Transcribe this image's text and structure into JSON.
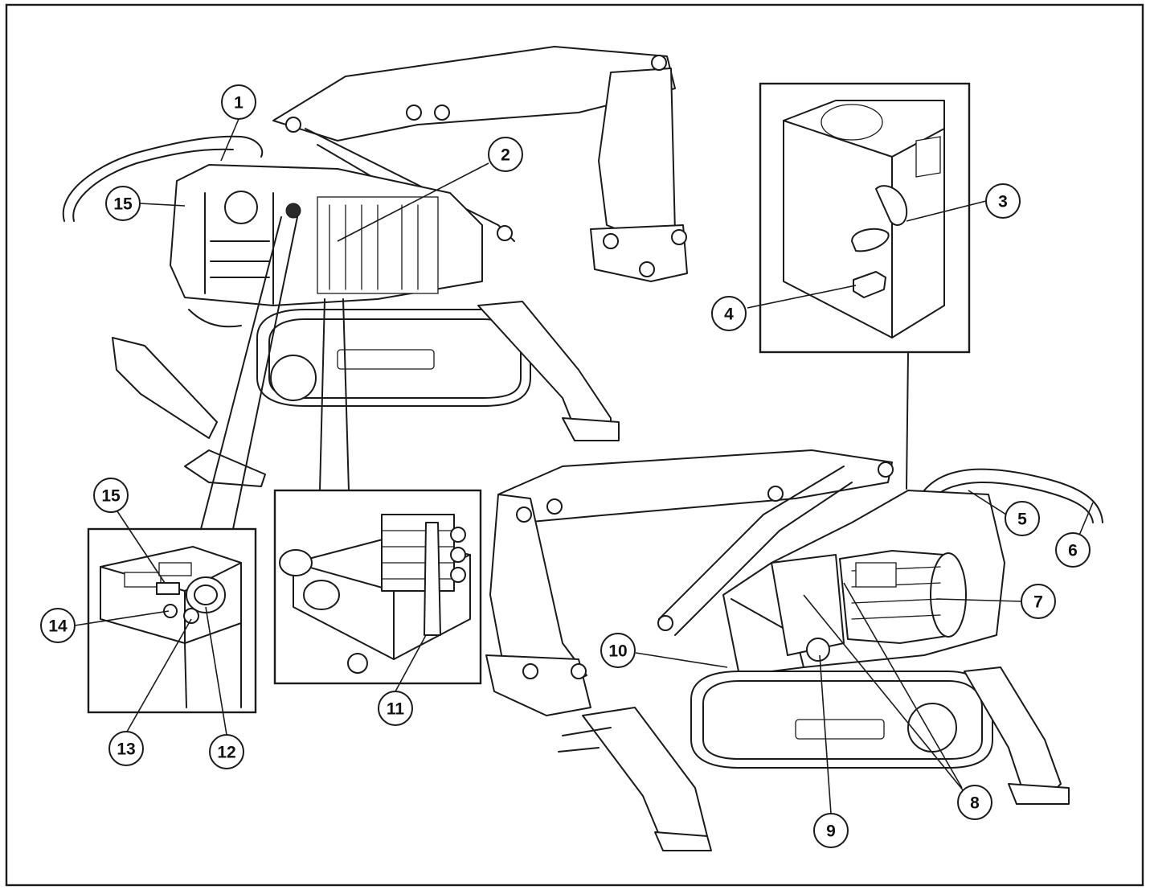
{
  "callouts": [
    {
      "id": "1",
      "label": "1"
    },
    {
      "id": "2",
      "label": "2"
    },
    {
      "id": "3",
      "label": "3"
    },
    {
      "id": "4",
      "label": "4"
    },
    {
      "id": "5",
      "label": "5"
    },
    {
      "id": "6",
      "label": "6"
    },
    {
      "id": "7",
      "label": "7"
    },
    {
      "id": "8",
      "label": "8"
    },
    {
      "id": "9",
      "label": "9"
    },
    {
      "id": "10",
      "label": "10"
    },
    {
      "id": "11",
      "label": "11"
    },
    {
      "id": "12",
      "label": "12"
    },
    {
      "id": "13",
      "label": "13"
    },
    {
      "id": "14",
      "label": "14"
    },
    {
      "id": "15a",
      "label": "15"
    },
    {
      "id": "15b",
      "label": "15"
    }
  ]
}
